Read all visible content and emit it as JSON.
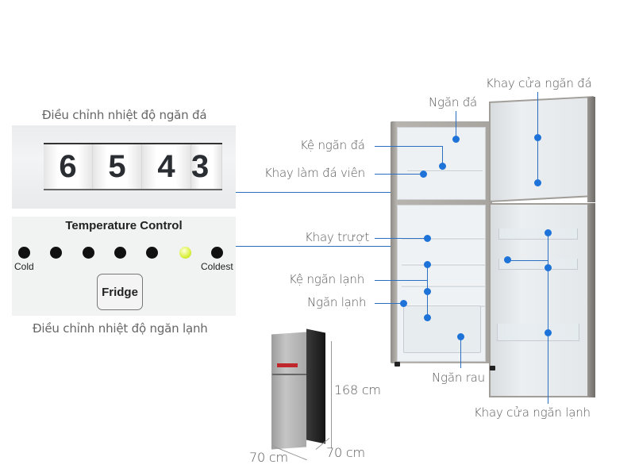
{
  "freezer_control": {
    "caption": "Điều chỉnh nhiệt độ ngăn đá",
    "dial_numbers": [
      "6",
      "5",
      "4",
      "3"
    ]
  },
  "fridge_control": {
    "title": "Temperature Control",
    "left_label": "Cold",
    "right_label": "Coldest",
    "led_count": 7,
    "active_led_index": 5,
    "button_label": "Fridge",
    "caption": "Điều chỉnh nhiệt độ ngăn lạnh"
  },
  "callouts": {
    "freezer_door_tray": "Khay cửa ngăn đá",
    "freezer": "Ngăn đá",
    "freezer_shelf": "Kệ ngăn đá",
    "ice_tray": "Khay làm đá viên",
    "sliding_tray": "Khay trượt",
    "fridge_shelf": "Kệ ngăn lạnh",
    "fridge": "Ngăn lạnh",
    "crisper": "Ngăn rau",
    "fridge_door_tray": "Khay cửa ngăn lạnh"
  },
  "dimensions": {
    "height": "168 cm",
    "width": "70 cm",
    "depth": "70 cm"
  },
  "colors": {
    "callout_blue": "#1e73d8",
    "led_active": "#d9f03a"
  }
}
